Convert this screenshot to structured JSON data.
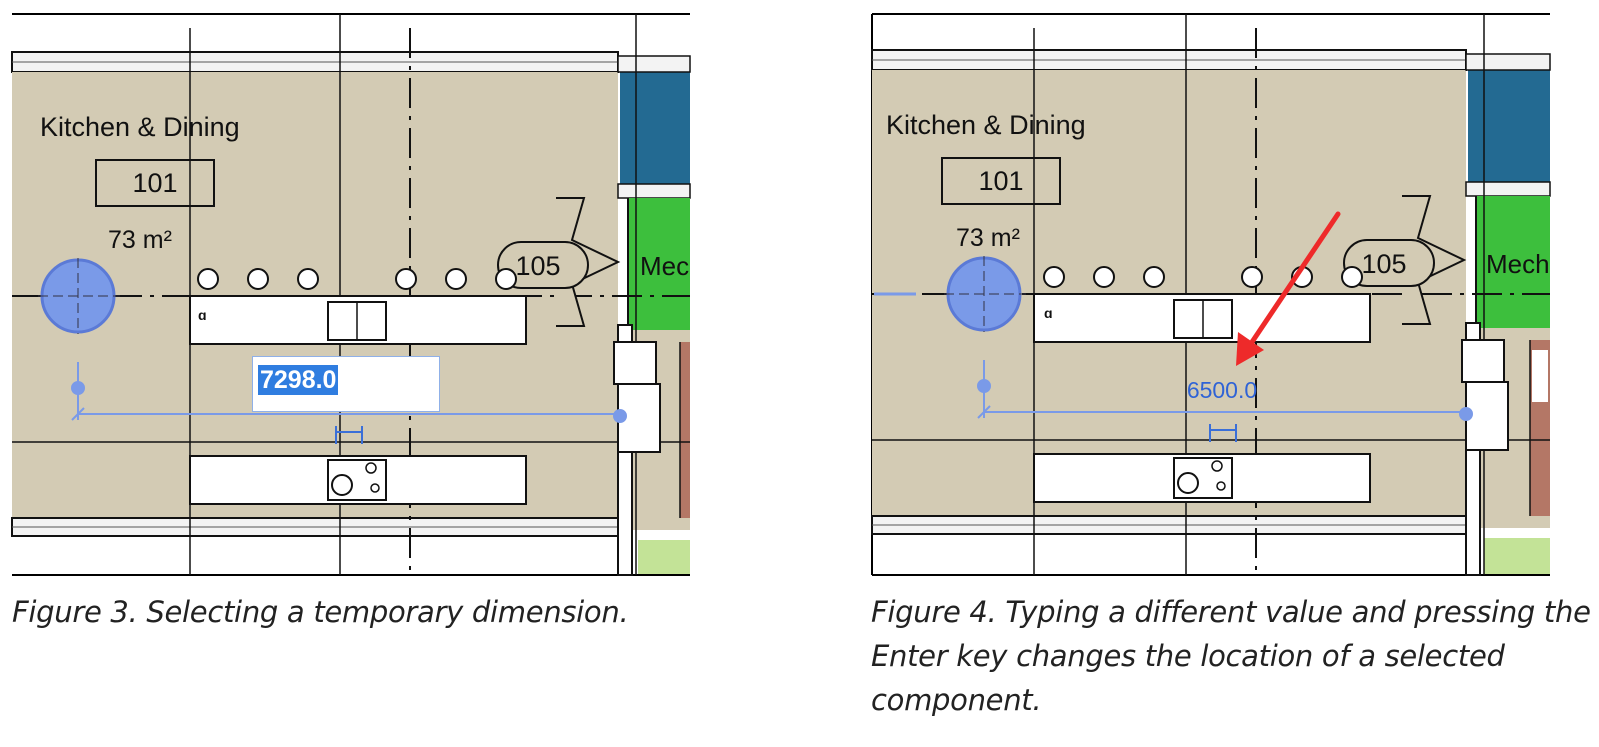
{
  "figure3": {
    "room_name": "Kitchen & Dining",
    "room_number": "101",
    "room_area": "73 m²",
    "door_tag": "105",
    "adjacent_room_label": "Mec",
    "temp_dimension_value": "7298.0",
    "caption": "Figure 3. Selecting a temporary dimension."
  },
  "figure4": {
    "room_name": "Kitchen & Dining",
    "room_number": "101",
    "room_area": "73 m²",
    "door_tag": "105",
    "adjacent_room_label": "Mech",
    "temp_dimension_value": "6500.0",
    "caption": "Figure 4. Typing a different value and pressing the Enter key changes the location of a selected component."
  },
  "colors": {
    "floor": "#d3cbb4",
    "wall_blue": "#236a92",
    "room_green": "#3dbf3d",
    "selection_blue": "#7a9ae8",
    "highlight_blue": "#2f7de0",
    "arrow_red": "#ee2a2a",
    "exterior_brown": "#b47766",
    "landscape_green": "#c3e397"
  }
}
